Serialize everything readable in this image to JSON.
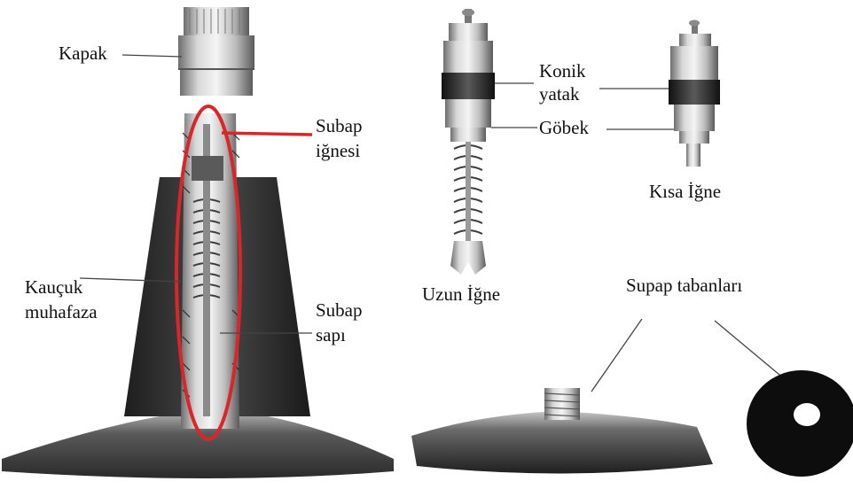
{
  "labels": {
    "cap": "Kapak",
    "valve_needle_1": "Subap",
    "valve_needle_2": "iğnesi",
    "rubber_cover_1": "Kauçuk",
    "rubber_cover_2": "muhafaza",
    "valve_stem_1": "Subap",
    "valve_stem_2": "sapı",
    "conical_seat_1": "Konik",
    "conical_seat_2": "yatak",
    "hub": "Göbek",
    "long_needle": "Uzun İğne",
    "short_needle": "Kısa İğne",
    "valve_bases": "Supap tabanları"
  },
  "colors": {
    "highlight_ellipse": "#d9262b",
    "rubber": "#2f2f2f",
    "metal": "#a9a9a9",
    "leader_line": "#444444"
  }
}
